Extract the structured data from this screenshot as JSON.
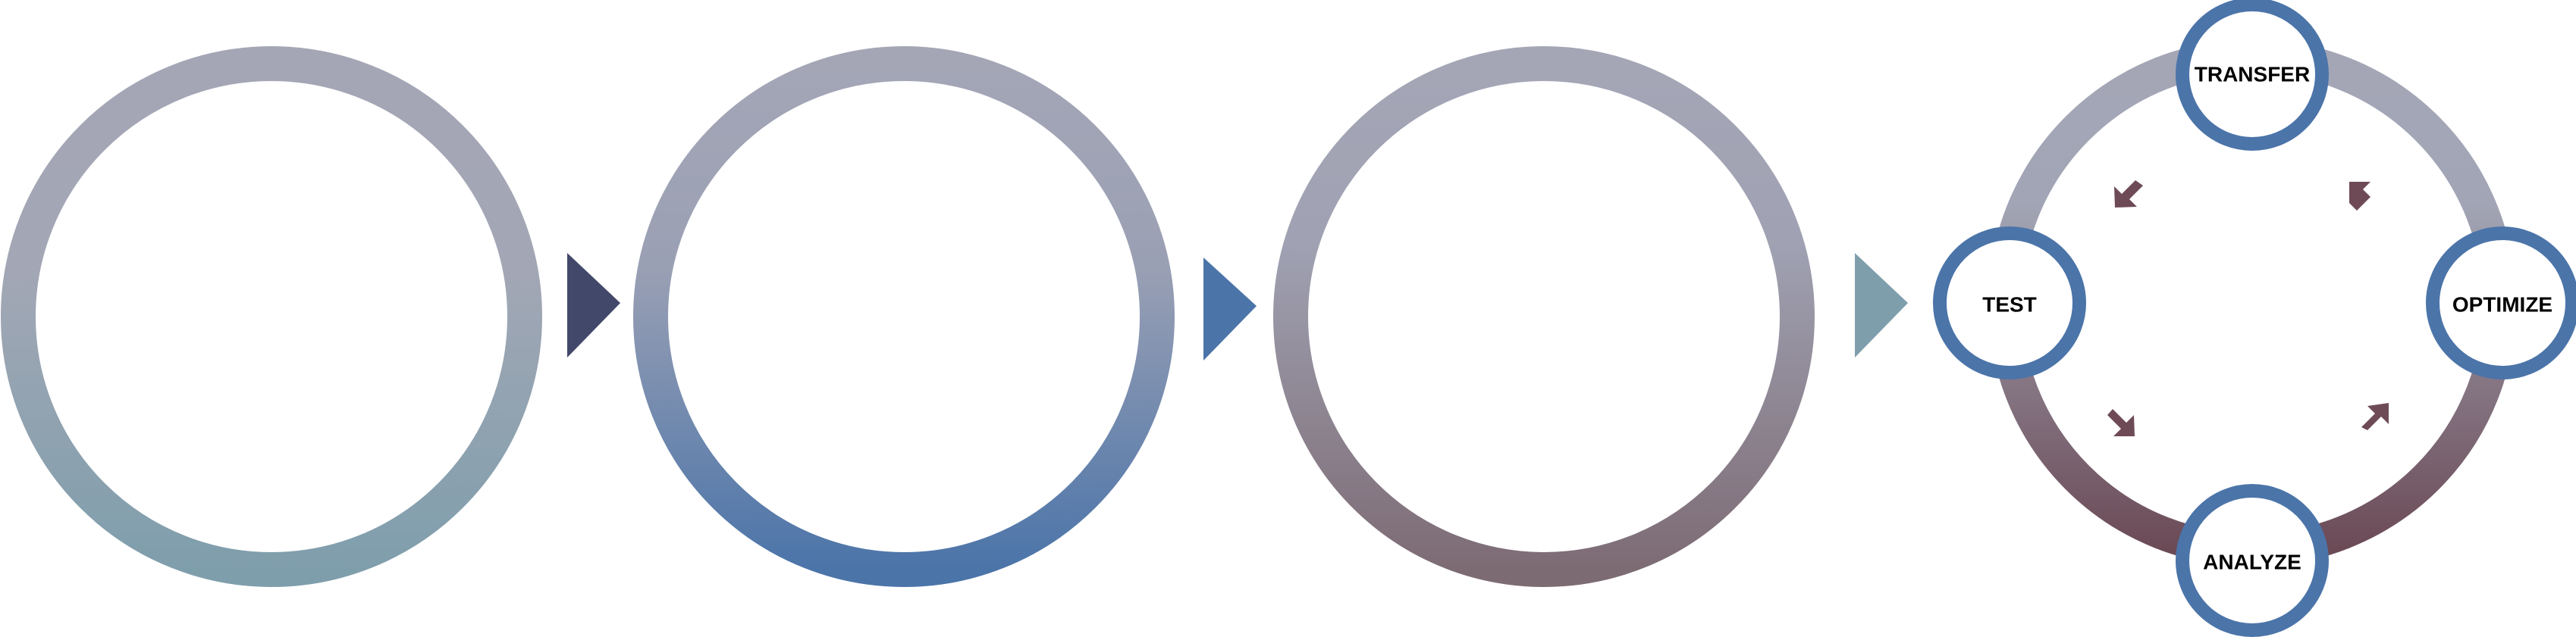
{
  "colors": {
    "ring_top": "#a4a6b6",
    "ring_bottom_1": "#7f9eac",
    "ring_bottom_2": "#4b74a9",
    "ring_bottom_3": "#7d6b74",
    "cycle_bottom": "#6b4a56",
    "arrow_1": "#41486a",
    "arrow_2": "#4b74a9",
    "arrow_3": "#7f9eac",
    "node_stroke": "#4b74a9",
    "cycle_arrow": "#6e4a57",
    "label": "#000000"
  },
  "cycle": {
    "nodes": [
      {
        "id": "transfer",
        "label": "TRANSFER"
      },
      {
        "id": "optimize",
        "label": "OPTIMIZE"
      },
      {
        "id": "analyze",
        "label": "ANALYZE"
      },
      {
        "id": "test",
        "label": "TEST"
      }
    ]
  }
}
